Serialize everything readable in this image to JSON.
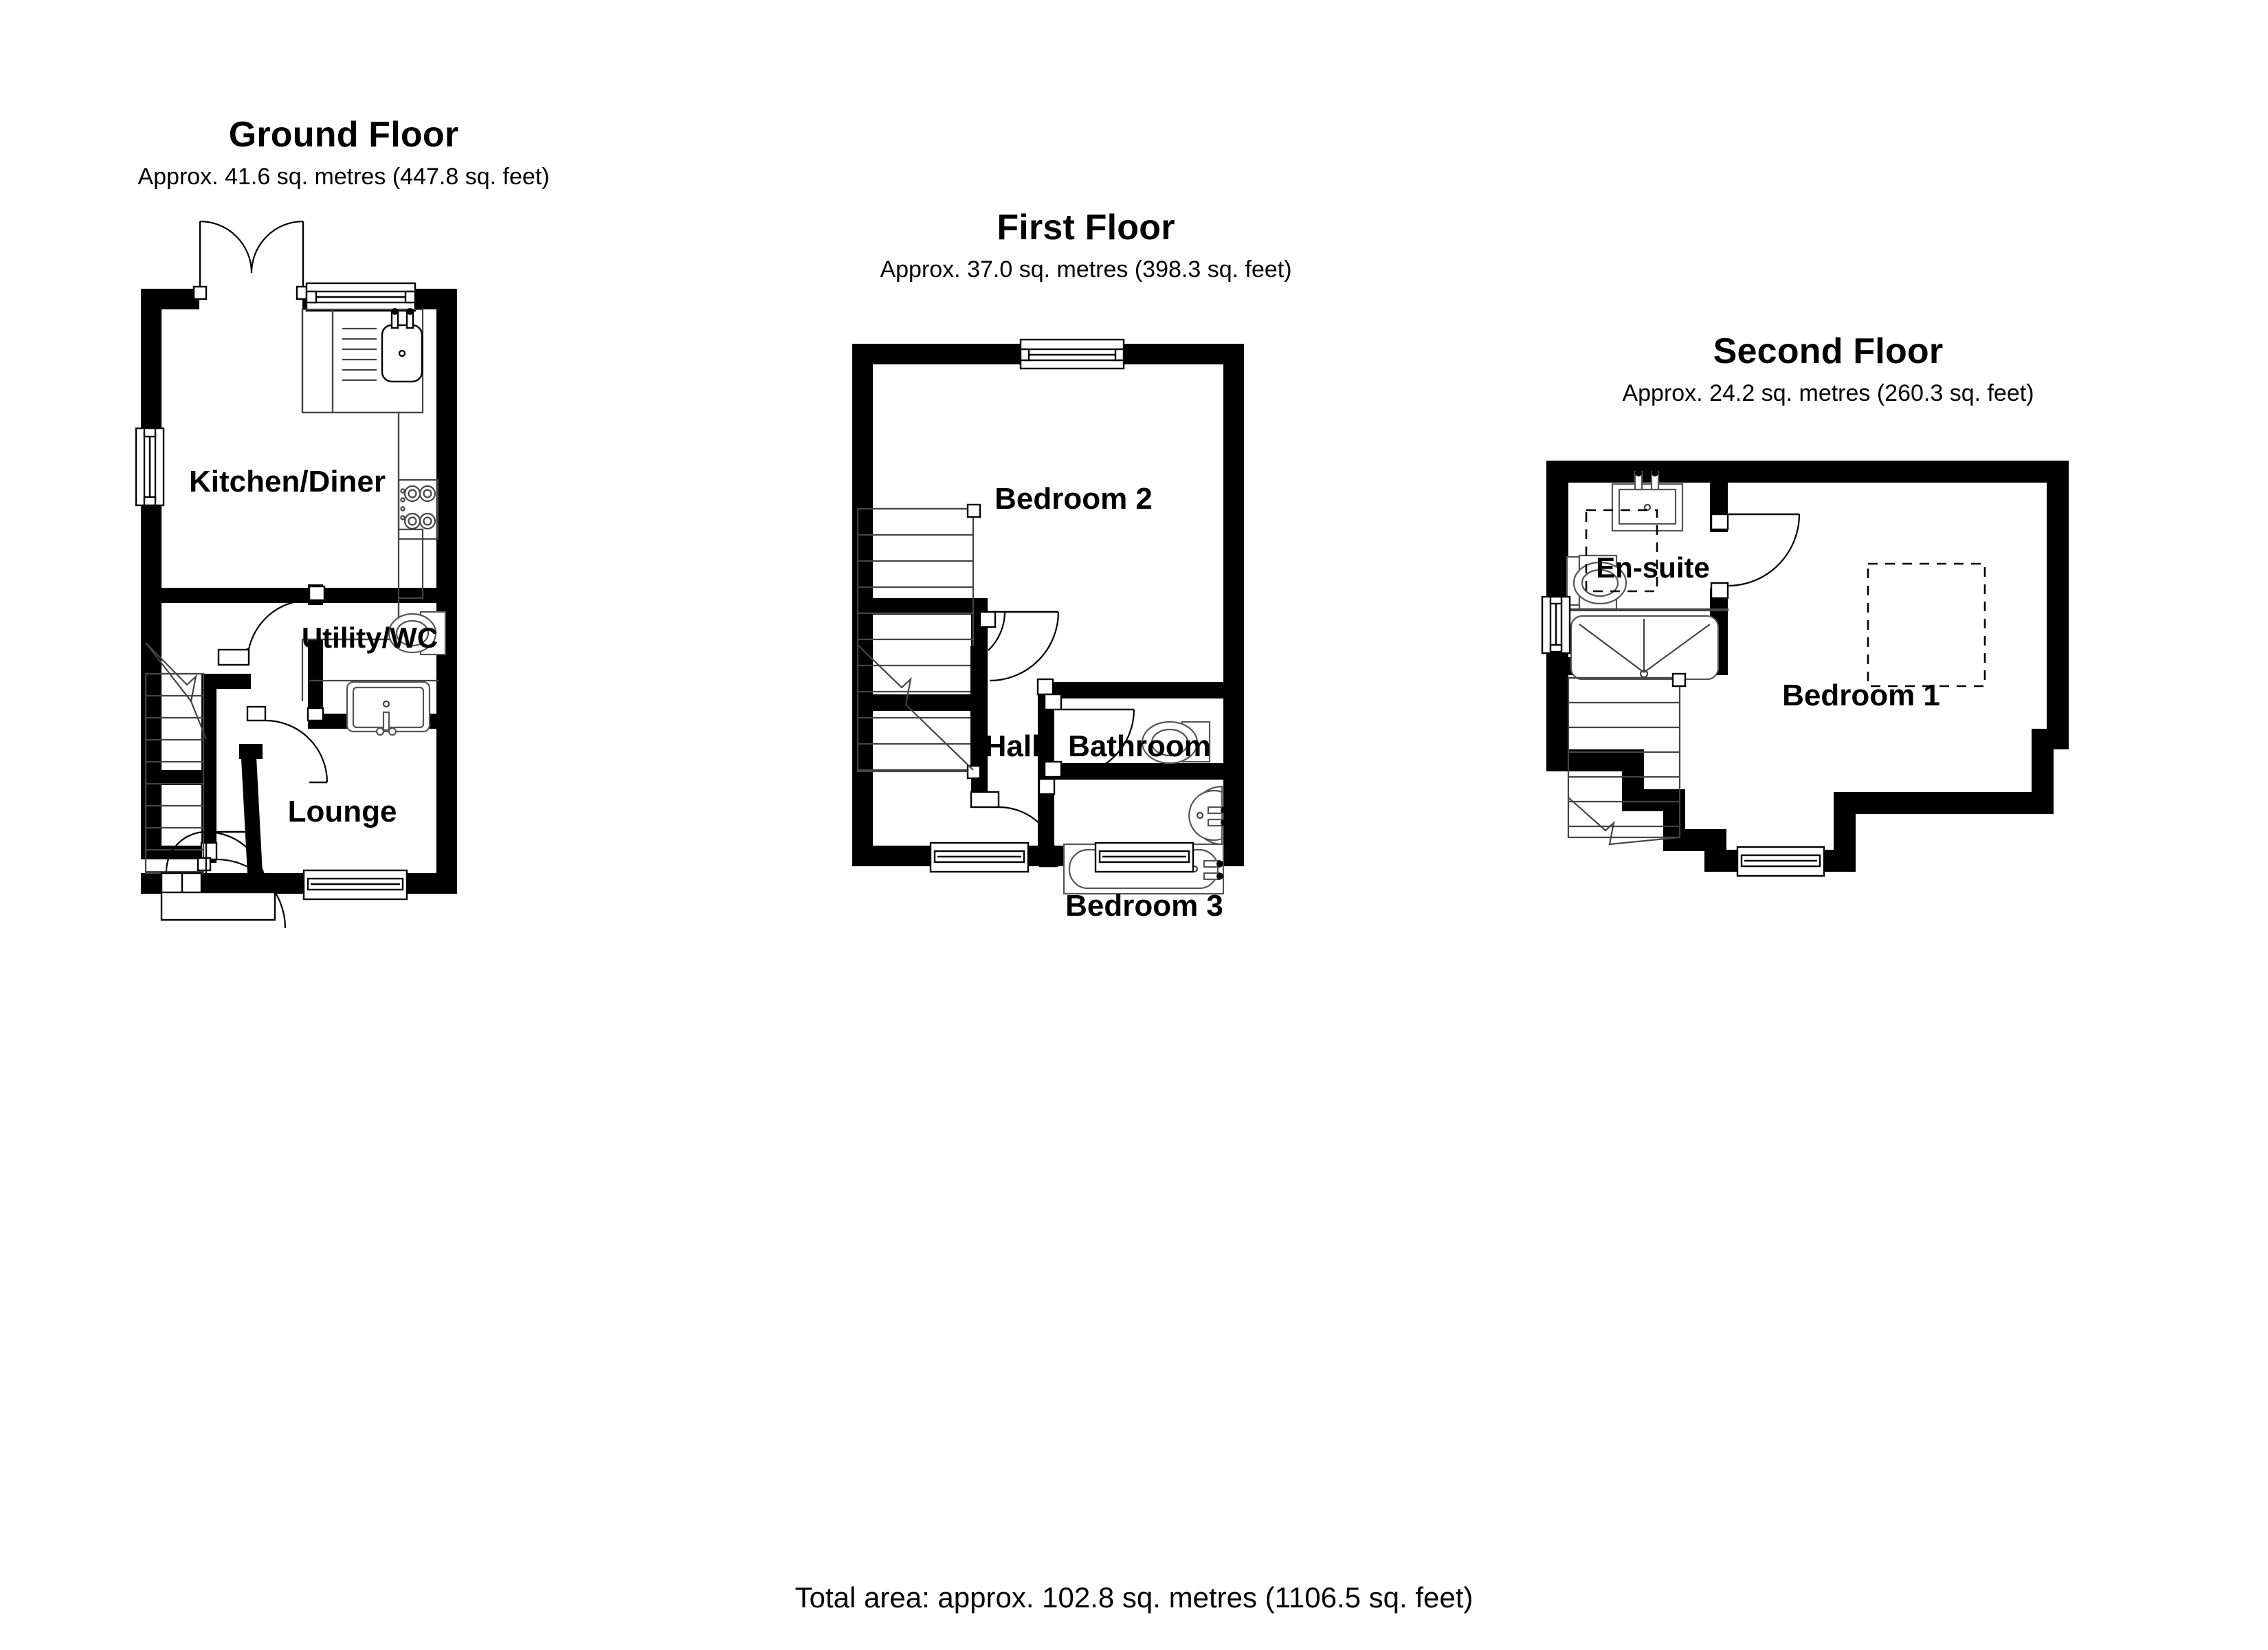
{
  "document": {
    "type": "floor-plan",
    "total_area_text": "Total area: approx. 102.8 sq. metres (1106.5 sq. feet)"
  },
  "floors": [
    {
      "id": "ground",
      "title": "Ground Floor",
      "area_text": "Approx. 41.6 sq. metres (447.8 sq. feet)",
      "area_sq_metres": 41.6,
      "area_sq_feet": 447.8,
      "rooms": [
        {
          "name": "Kitchen/Diner",
          "label": "Kitchen/Diner"
        },
        {
          "name": "Utility/WC",
          "label": "Utility/WC"
        },
        {
          "name": "Lounge",
          "label": "Lounge"
        }
      ],
      "features": [
        "french-doors",
        "kitchen-window",
        "side-window",
        "sink",
        "drainer",
        "hob",
        "worktop",
        "utility-basin",
        "toilet",
        "staircase",
        "front-door",
        "lounge-window"
      ]
    },
    {
      "id": "first",
      "title": "First Floor",
      "area_text": "Approx. 37.0 sq. metres (398.3 sq. feet)",
      "area_sq_metres": 37.0,
      "area_sq_feet": 398.3,
      "rooms": [
        {
          "name": "Bedroom 2",
          "label": "Bedroom 2"
        },
        {
          "name": "Hall",
          "label": "Hall"
        },
        {
          "name": "Bathroom",
          "label": "Bathroom"
        },
        {
          "name": "Bedroom 3",
          "label": "Bedroom 3"
        }
      ],
      "features": [
        "bedroom2-window",
        "hall-window",
        "bedroom3-window",
        "bath",
        "toilet",
        "basin",
        "staircase",
        "doors"
      ]
    },
    {
      "id": "second",
      "title": "Second Floor",
      "area_text": "Approx. 24.2 sq. metres (260.3 sq. feet)",
      "area_sq_metres": 24.2,
      "area_sq_feet": 260.3,
      "rooms": [
        {
          "name": "En-suite",
          "label": "En-suite"
        },
        {
          "name": "Bedroom 1",
          "label": "Bedroom 1"
        }
      ],
      "features": [
        "ensuite-basin",
        "ensuite-toilet",
        "shower-tray",
        "restricted-head-height",
        "side-window",
        "dormer-window",
        "staircase"
      ]
    }
  ],
  "colors": {
    "wall": "#000000",
    "background": "#ffffff",
    "line": "#000000"
  }
}
